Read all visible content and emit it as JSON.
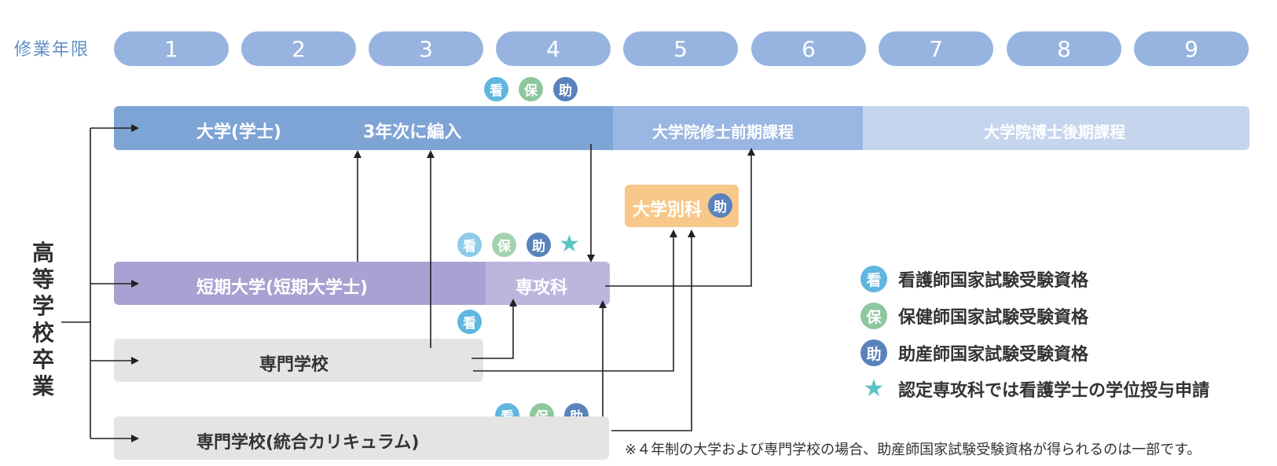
{
  "year_label": "修業年限",
  "years": [
    "1",
    "2",
    "3",
    "4",
    "5",
    "6",
    "7",
    "8",
    "9"
  ],
  "vertical_title": "高等学校 卒業",
  "bars": {
    "university": "大学(学士)",
    "transfer": "3年次に編入",
    "masters": "大学院修士前期課程",
    "doctoral": "大学院博士後期課程",
    "junior_college": "短期大学(短期大学士)",
    "senkoka": "専攻科",
    "vocational": "専門学校",
    "vocational_integrated": "専門学校(統合カリキュラム)",
    "university_extra": "大学別科"
  },
  "badges": {
    "kan": "看",
    "ho": "保",
    "jo": "助",
    "star": "★"
  },
  "legend": [
    {
      "badge": "看",
      "text": "看護師国家試験受験資格"
    },
    {
      "badge": "保",
      "text": "保健師国家試験受験資格"
    },
    {
      "badge": "助",
      "text": "助産師国家試験受験資格"
    },
    {
      "badge": "★",
      "text": "認定専攻科では看護学士の学位授与申請"
    }
  ],
  "note": "※４年制の大学および専門学校の場合、助産師国家試験受験資格が得られるのは一部です。",
  "colors": {
    "year_pill": "#97b3e0",
    "university_bar": "#7ea4d6",
    "masters_bar": "#9ab6e2",
    "doctoral_bar": "#c6d5ee",
    "junior_college_bar": "#a9a1d1",
    "senkoka_bar": "#bcb6dd",
    "vocational_bar": "#e4e4e4",
    "extra_bar": "#f7c88a",
    "badge_kan": "#5fb6df",
    "badge_ho": "#8ec79d",
    "badge_jo": "#5a82bb",
    "star": "#5cc3c4"
  }
}
